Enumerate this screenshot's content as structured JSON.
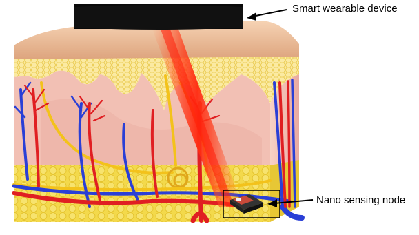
{
  "labels": {
    "device": "Smart wearable device",
    "node": "Nano sensing node"
  },
  "colors": {
    "artery": "#e01f22",
    "vein": "#2a3fd6",
    "nerve": "#f3c21b",
    "fat": "#f2d94a",
    "skin_top": "#e9b48a",
    "dermis": "#f3c6bd",
    "laser": "#ff3a1a",
    "device": "#0a0a0a"
  },
  "icons": [
    "skin-cross-section",
    "laser-beam",
    "wearable-device",
    "nano-chip",
    "arrow-icon"
  ]
}
